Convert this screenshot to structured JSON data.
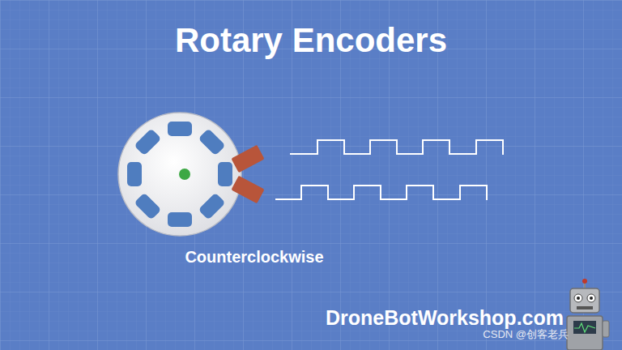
{
  "diagram": {
    "title": "Rotary Encoders",
    "labels": [
      "Counterclockwise",
      "DroneBotWorkshop.com",
      "CSDN @创客老兵"
    ]
  }
}
